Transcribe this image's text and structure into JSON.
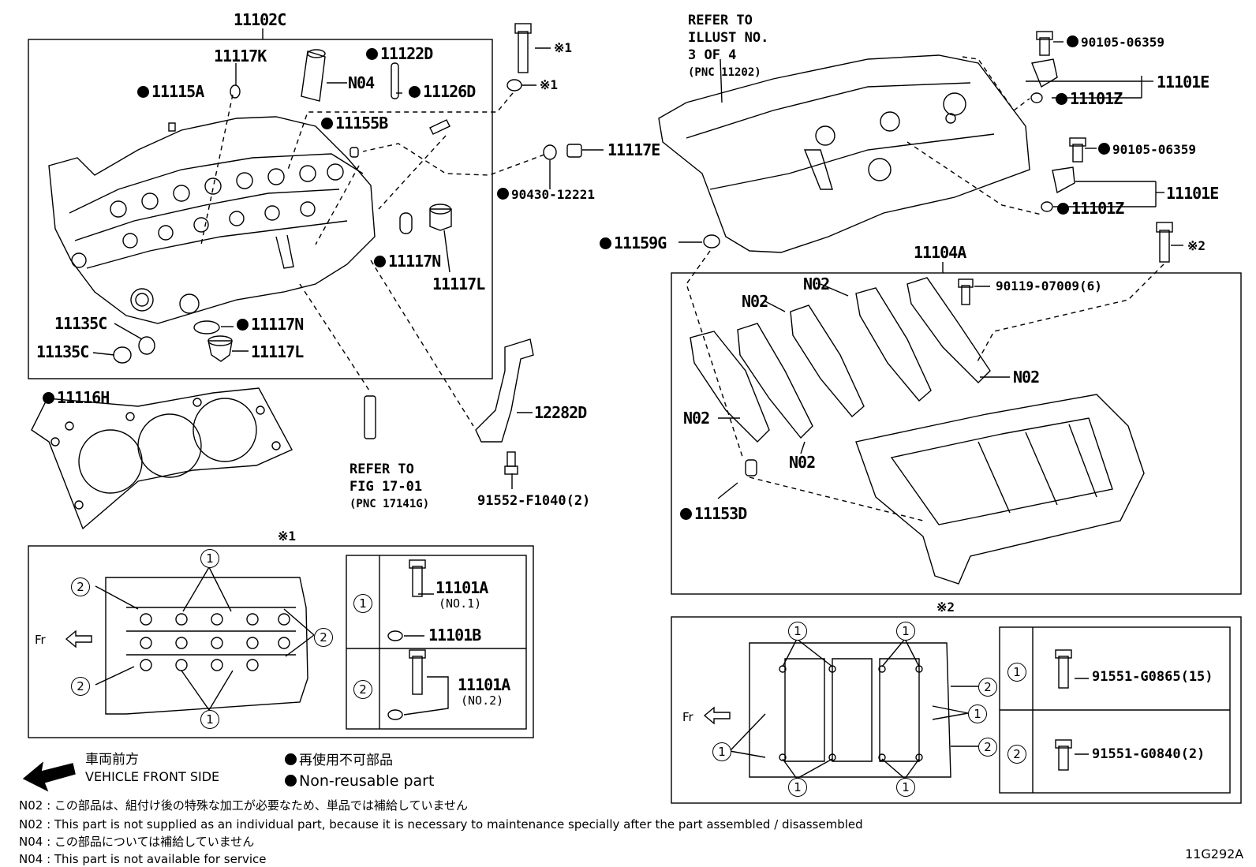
{
  "labels": {
    "head_assy": "11102C",
    "p11117K": "11117K",
    "p11115A": "11115A",
    "p11122D": "11122D",
    "pN04": "N04",
    "p11126D": "11126D",
    "p11155B": "11155B",
    "p11117N_a": "11117N",
    "p11117L_a": "11117L",
    "p11135C_a": "11135C",
    "p11135C_b": "11135C",
    "p11117N_b": "11117N",
    "p11117L_b": "11117L",
    "p11116H": "11116H",
    "p12282D": "12282D",
    "p91552": "91552-F1040(2)",
    "p11117E": "11117E",
    "p90430": "90430-12221",
    "p11159G": "11159G",
    "bolt_ref1": "※1",
    "washer_ref1": "※1",
    "p90105_a": "90105-06359",
    "p90105_b": "90105-06359",
    "p11101Z_a": "11101Z",
    "p11101Z_b": "11101Z",
    "p11101E_a": "11101E",
    "p11101E_b": "11101E",
    "p11104A": "11104A",
    "pN02_a": "N02",
    "pN02_b": "N02",
    "pN02_c": "N02",
    "pN02_d": "N02",
    "pN02_e": "N02",
    "p90119": "90119-07009(6)",
    "bolt_ref2": "※2",
    "p11153D": "11153D",
    "ref1_title": "※1",
    "ref2_title": "※2",
    "p11101A_1": "11101A",
    "no1": "(NO.1)",
    "p11101B": "11101B",
    "p11101A_2": "11101A",
    "no2": "(NO.2)",
    "p91551_0865": "91551-G0865(15)",
    "p91551_0840": "91551-G0840(2)",
    "fr1": "Fr",
    "fr2": "Fr",
    "illust_code": "11G292A"
  },
  "refer_cover": {
    "l1": "REFER TO",
    "l2": "ILLUST NO.",
    "l3": "3 OF 4",
    "l4": "(PNC 11202)"
  },
  "refer_stud": {
    "l1": "REFER TO",
    "l2": "FIG 17-01",
    "l3": "(PNC 17141G)"
  },
  "circles": {
    "one": "1",
    "two": "2"
  },
  "legend": {
    "front_jp": "車両前方",
    "front_en": "VEHICLE FRONT SIDE",
    "nonreuse_jp": "再使用不可部品",
    "nonreuse_en": "Non-reusable part"
  },
  "notes": {
    "n02_jp": "N02 : この部品は、組付け後の特殊な加工が必要なため、単品では補給していません",
    "n02_en": "N02 : This part is not supplied as an individual part, because it is necessary to maintenance specially after the part assembled / disassembled",
    "n04_jp": "N04 : この部品については補給していません",
    "n04_en": "N04 : This part is not available for service"
  }
}
